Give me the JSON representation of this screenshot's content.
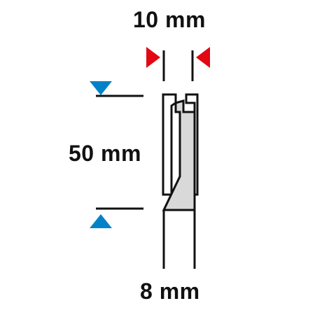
{
  "dimensions": {
    "cutting_diameter": "10 mm",
    "cutting_length": "50 mm",
    "shank_diameter": "8 mm"
  },
  "colors": {
    "width_marker": "#e30613",
    "length_marker": "#0082c8",
    "outline": "#111111",
    "blade_fill": "#d9d9d9",
    "background": "#ffffff"
  },
  "icons": {
    "width_marker_left": "red-triangle-pointing-right",
    "width_marker_right": "red-triangle-pointing-left",
    "length_marker_top": "blue-triangle-pointing-down",
    "length_marker_bottom": "blue-triangle-pointing-up"
  }
}
